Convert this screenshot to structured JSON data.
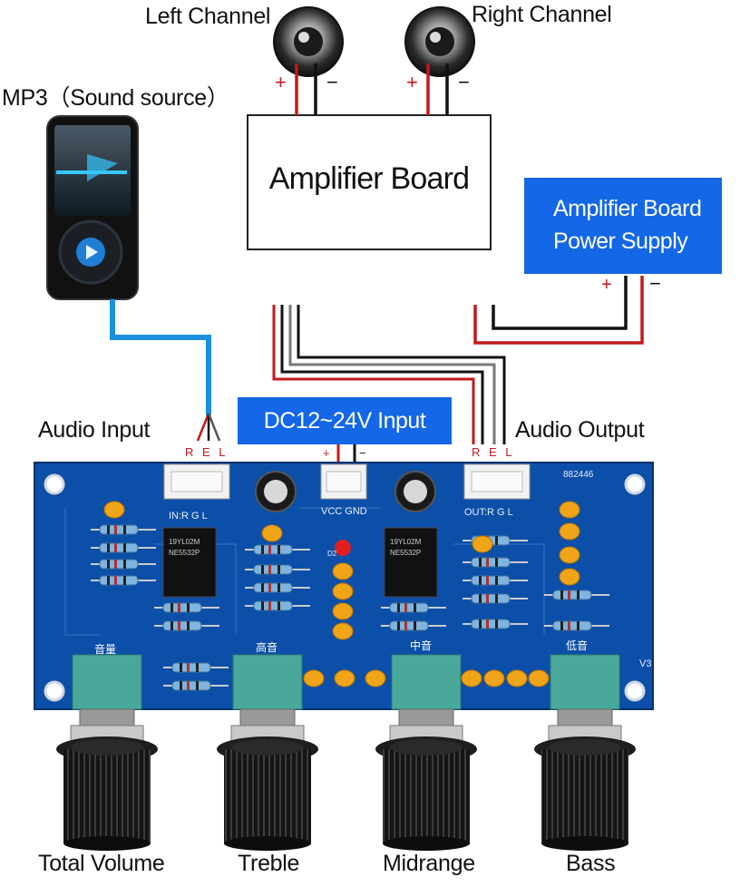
{
  "labels": {
    "left_channel": "Left Channel",
    "right_channel": "Right Channel",
    "mp3": "MP3（Sound source）",
    "amplifier_board": "Amplifier Board",
    "power_supply_line1": "Amplifier Board",
    "power_supply_line2": "Power Supply",
    "audio_input": "Audio Input",
    "dc_input": "DC12~24V Input",
    "audio_output": "Audio Output"
  },
  "connectors": {
    "input_pins": "R E L",
    "output_pins": "R E L",
    "plus": "+",
    "minus": "−",
    "in_header": "IN:R  G  L",
    "out_header": "OUT:R  G  L",
    "vcc_gnd": "VCC  GND",
    "board_code": "882446",
    "version": "V3",
    "chip_label": "NE5532P",
    "led_label": "D2",
    "ic_date_code": "19YL02M"
  },
  "knob_chinese": {
    "volume": "音量",
    "treble": "高音",
    "mid": "中音",
    "bass": "低音"
  },
  "knobs": {
    "total_volume": "Total Volume",
    "treble": "Treble",
    "midrange": "Midrange",
    "bass": "Bass"
  },
  "colors": {
    "board": "#0c4fa8",
    "accent_box": "#1467e6",
    "wire_red": "#c21a1a",
    "wire_black": "#111111",
    "cable_blue": "#1a8fe0"
  }
}
